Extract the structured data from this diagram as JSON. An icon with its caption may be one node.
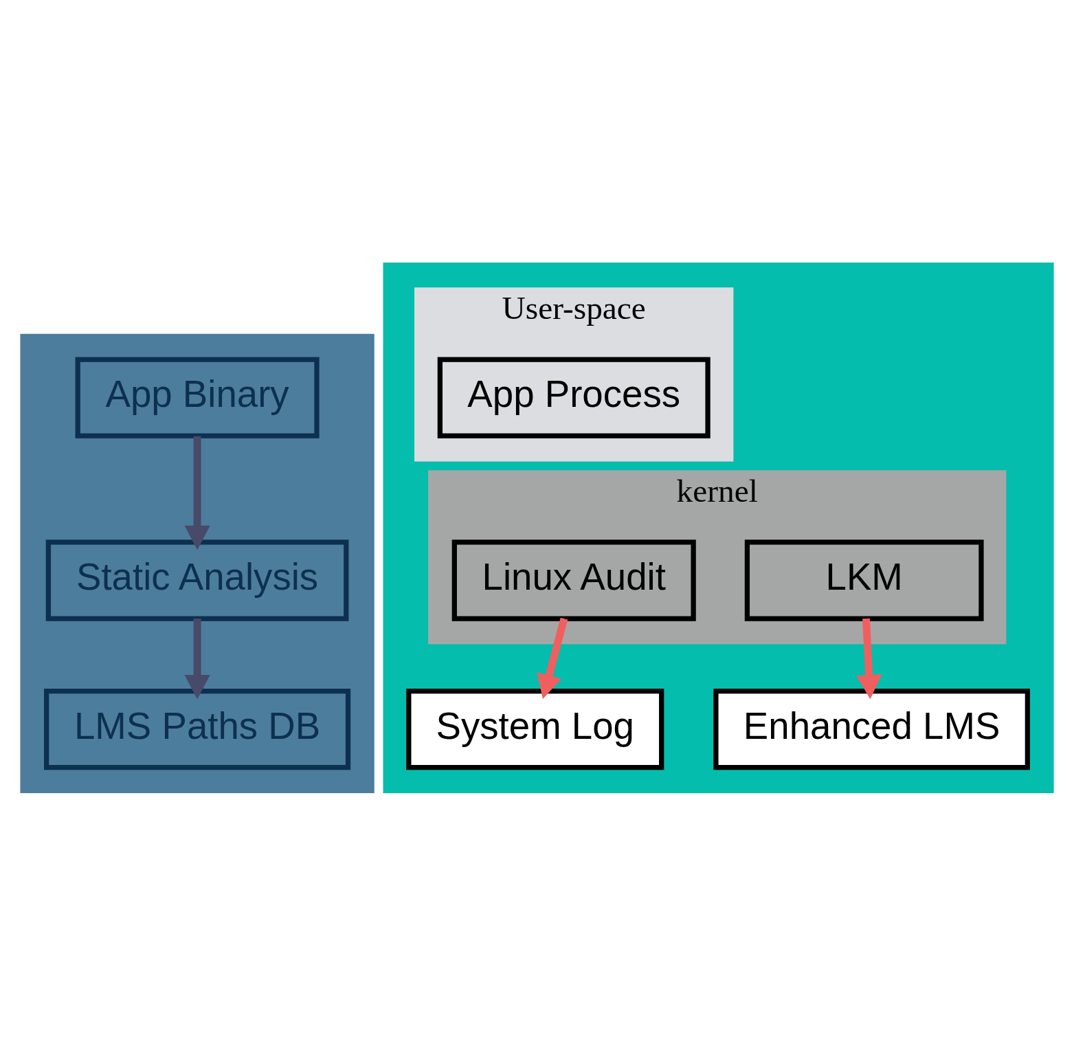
{
  "diagram": {
    "nodes": [
      {
        "text": [],
        "shape": "box"
      },
      {
        "text": [
          "App Binary"
        ],
        "in": 0
      },
      {
        "text": [
          "Static Analysis"
        ],
        "in": 0
      },
      {
        "text": [
          "LMS Paths DB"
        ],
        "in": 0
      },
      {
        "text": [],
        "shape": "box"
      },
      {
        "text": [
          "User-space"
        ],
        "in": 4
      },
      {
        "text": [
          "App Process"
        ],
        "in": 5
      },
      {
        "text": [
          "kernel"
        ],
        "in": 4
      },
      {
        "text": [
          "Linux Audit"
        ],
        "in": 7
      },
      {
        "text": [
          "LKM"
        ],
        "in": 7
      },
      {
        "text": [
          "System Log"
        ],
        "in": 4
      },
      {
        "text": [
          "Enhanced LMS"
        ],
        "in": 4
      }
    ],
    "edges": [
      {
        "from": 1,
        "to": 2,
        "arrow": "to",
        "color": "#474a68"
      },
      {
        "from": 2,
        "to": 3,
        "arrow": "to",
        "color": "#474a68"
      },
      {
        "from": 8,
        "to": 10,
        "arrow": "to",
        "color": "#f05f5f"
      },
      {
        "from": 9,
        "to": 11,
        "arrow": "to",
        "color": "#f05f5f"
      }
    ]
  }
}
